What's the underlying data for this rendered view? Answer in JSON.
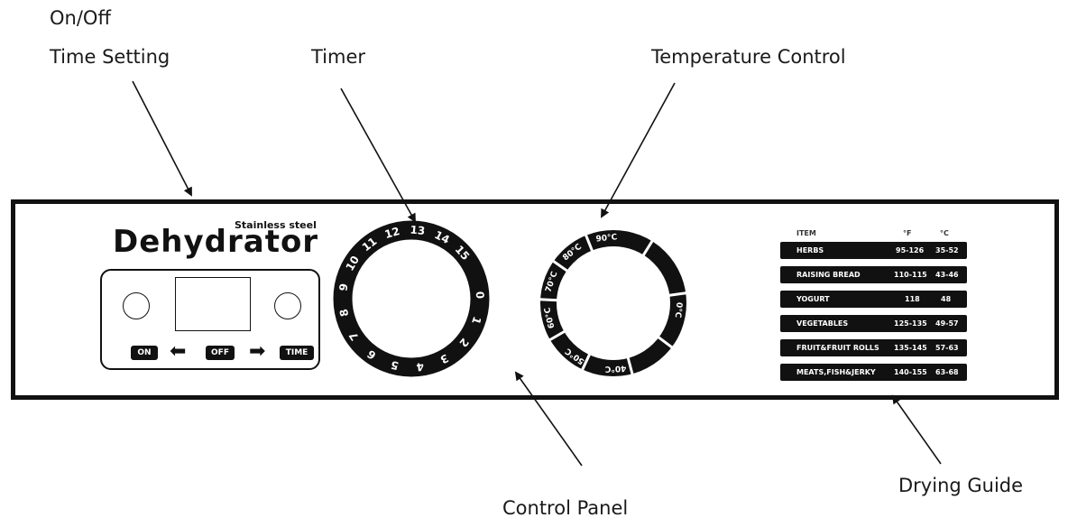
{
  "callouts": {
    "on_off": "On/Off",
    "time_setting": "Time Setting",
    "timer": "Timer",
    "temperature_control": "Temperature Control",
    "control_panel": "Control Panel",
    "drying_guide": "Drying Guide"
  },
  "panel": {
    "brand_subtitle": "Stainless steel",
    "brand_title": "Dehydrator",
    "buttons": {
      "on": "ON",
      "off": "OFF",
      "time": "TIME"
    },
    "arrow_left": "⬅",
    "arrow_right": "➡"
  },
  "timer_dial": {
    "numbers": [
      "0",
      "1",
      "2",
      "3",
      "4",
      "5",
      "6",
      "7",
      "8",
      "9",
      "10",
      "11",
      "12",
      "13",
      "14",
      "15"
    ]
  },
  "temperature_dial": {
    "labels": [
      "90°C",
      "0°C",
      "40°C",
      "50°C",
      "60°C",
      "70°C",
      "80°C"
    ]
  },
  "drying_guide": {
    "headers": {
      "item": "ITEM",
      "f": "°F",
      "c": "°C"
    },
    "rows": [
      {
        "item": "HERBS",
        "f": "95-126",
        "c": "35-52"
      },
      {
        "item": "RAISING BREAD",
        "f": "110-115",
        "c": "43-46"
      },
      {
        "item": "YOGURT",
        "f": "118",
        "c": "48"
      },
      {
        "item": "VEGETABLES",
        "f": "125-135",
        "c": "49-57"
      },
      {
        "item": "FRUIT&FRUIT ROLLS",
        "f": "135-145",
        "c": "57-63"
      },
      {
        "item": "MEATS,FISH&JERKY",
        "f": "140-155",
        "c": "63-68"
      }
    ]
  }
}
